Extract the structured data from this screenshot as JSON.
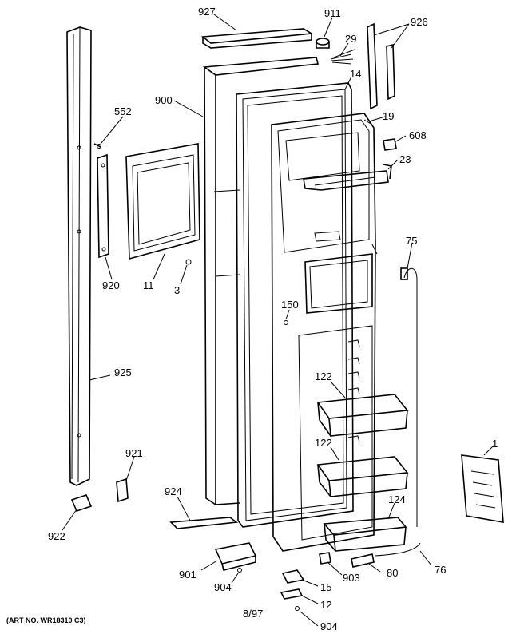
{
  "parts": [
    {
      "id": "927",
      "label": "927"
    },
    {
      "id": "911",
      "label": "911"
    },
    {
      "id": "926",
      "label": "926"
    },
    {
      "id": "29",
      "label": "29"
    },
    {
      "id": "14",
      "label": "14"
    },
    {
      "id": "900",
      "label": "900"
    },
    {
      "id": "552",
      "label": "552"
    },
    {
      "id": "19",
      "label": "19"
    },
    {
      "id": "608",
      "label": "608"
    },
    {
      "id": "23",
      "label": "23"
    },
    {
      "id": "75",
      "label": "75"
    },
    {
      "id": "920",
      "label": "920"
    },
    {
      "id": "11",
      "label": "11"
    },
    {
      "id": "3",
      "label": "3"
    },
    {
      "id": "150",
      "label": "150"
    },
    {
      "id": "925",
      "label": "925"
    },
    {
      "id": "122a",
      "label": "122"
    },
    {
      "id": "122b",
      "label": "122"
    },
    {
      "id": "1",
      "label": "1"
    },
    {
      "id": "921",
      "label": "921"
    },
    {
      "id": "924",
      "label": "924"
    },
    {
      "id": "124",
      "label": "124"
    },
    {
      "id": "922",
      "label": "922"
    },
    {
      "id": "901",
      "label": "901"
    },
    {
      "id": "904a",
      "label": "904"
    },
    {
      "id": "903",
      "label": "903"
    },
    {
      "id": "80",
      "label": "80"
    },
    {
      "id": "76",
      "label": "76"
    },
    {
      "id": "15",
      "label": "15"
    },
    {
      "id": "12",
      "label": "12"
    },
    {
      "id": "904b",
      "label": "904"
    }
  ],
  "footer": {
    "art_no": "(ART NO. WR18310 C3)",
    "date": "8/97"
  }
}
